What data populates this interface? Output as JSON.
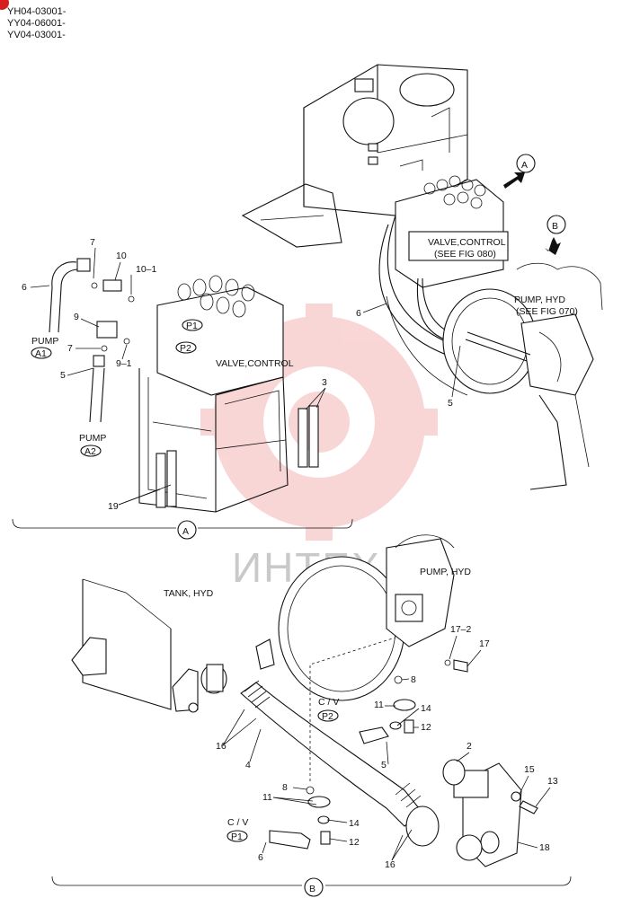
{
  "serials": [
    "YH04-03001-",
    "YY04-06001-",
    "YV04-03001-"
  ],
  "watermark": "ИНТЕХ",
  "views": {
    "a": "A",
    "b": "B"
  },
  "top_callouts": {
    "valve_control": "VALVE,CONTROL",
    "see_fig_080": "(SEE FIG 080)",
    "pump_hyd": "PUMP, HYD",
    "see_fig_070": "(SEE FIG 070)"
  },
  "view_a": {
    "valve_label": "VALVE,CONTROL",
    "pump_word": "PUMP",
    "ports": [
      "A1",
      "A2",
      "P1",
      "P2"
    ]
  },
  "view_b": {
    "tank_label": "TANK, HYD",
    "pump_label": "PUMP, HYD",
    "cv_label": "C / V",
    "ports": [
      "P2",
      "P1"
    ]
  },
  "part_numbers": {
    "top": [
      "6",
      "5"
    ],
    "view_a": [
      "7",
      "10",
      "10–1",
      "6",
      "9",
      "7",
      "9–1",
      "5",
      "3",
      "19"
    ],
    "view_b": [
      "17–2",
      "17",
      "8",
      "11",
      "14",
      "12",
      "2",
      "16",
      "4",
      "5",
      "15",
      "13",
      "8",
      "11",
      "14",
      "12",
      "6",
      "16",
      "18"
    ]
  }
}
